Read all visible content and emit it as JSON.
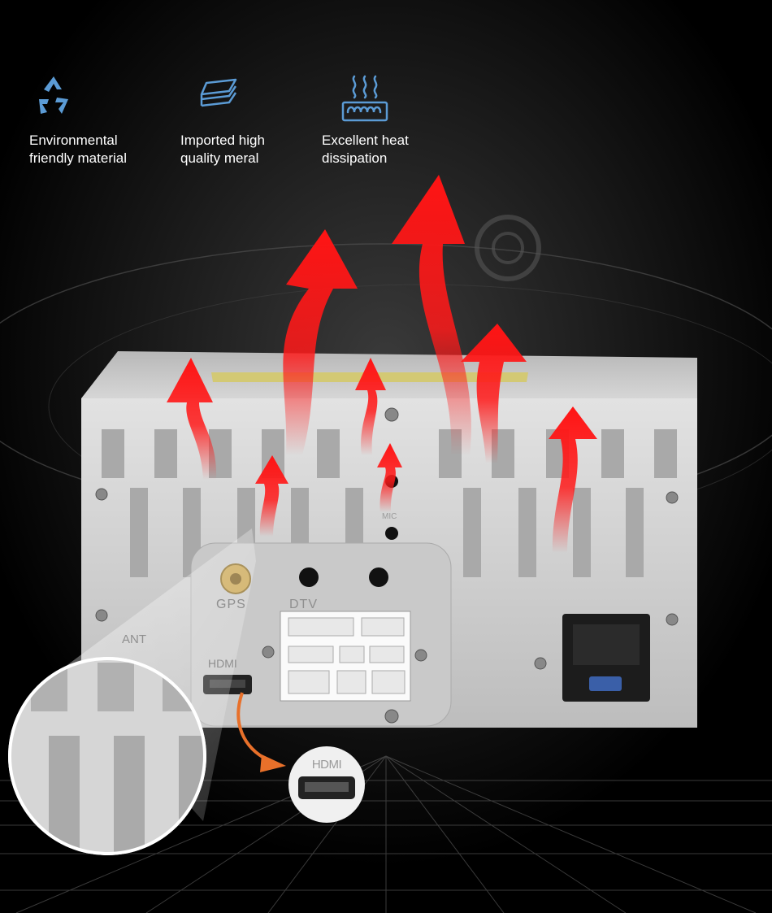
{
  "features": [
    {
      "icon": "recycle-icon",
      "line1": "Environmental",
      "line2": "friendly material"
    },
    {
      "icon": "layers-icon",
      "line1": "Imported high",
      "line2": "quality meral"
    },
    {
      "icon": "heat-dissipation-icon",
      "line1": "Excellent heat",
      "line2": "dissipation"
    }
  ],
  "unit_labels": {
    "gps": "GPS",
    "dtv": "DTV",
    "hdmi": "HDMI",
    "ant": "ANT",
    "mic": "MIC"
  },
  "hdmi_callout": {
    "label": "HDMI"
  },
  "colors": {
    "background": "#000000",
    "icon_blue": "#5b9bd5",
    "heat_arrow": "#ff1a1a",
    "callout_arrow": "#e8702a",
    "chassis": "#cfcfcf"
  }
}
